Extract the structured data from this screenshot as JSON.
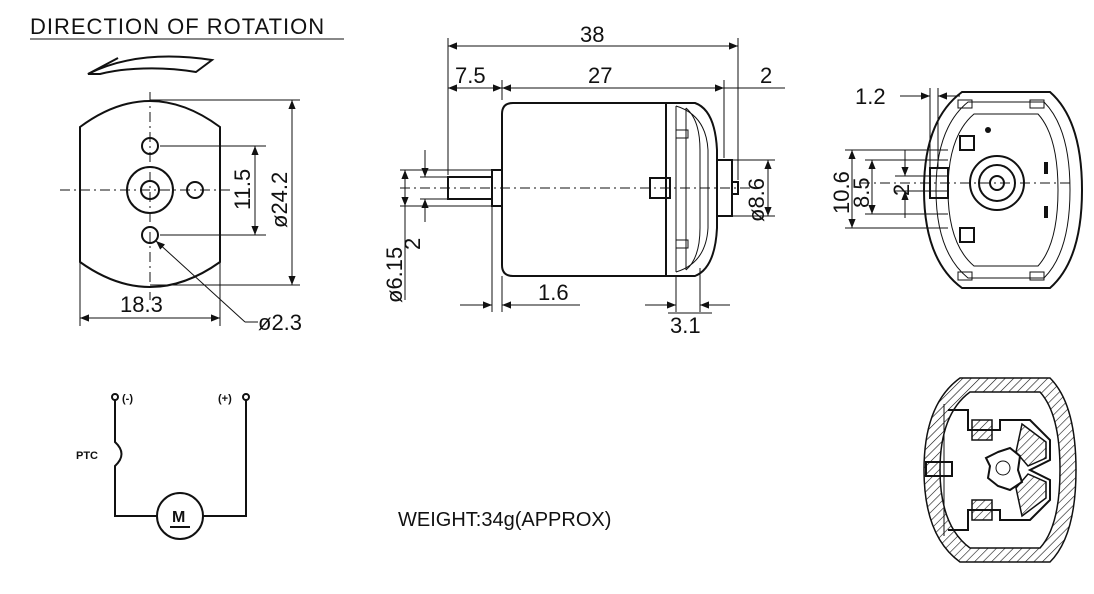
{
  "title": "DIRECTION OF ROTATION",
  "weight": "WEIGHT:34g(APPROX)",
  "front_view": {
    "width": "18.3",
    "height": "ø24.2",
    "hole_spacing": "11.5",
    "hole_dia": "ø2.3"
  },
  "side_view": {
    "overall": "38",
    "shaft": "7.5",
    "body": "27",
    "tail": "2",
    "shaft_dia": "ø6.15",
    "shaft_small": "2",
    "bearing": "ø8.6",
    "boss": "1.6",
    "rear": "3.1"
  },
  "rear_view": {
    "offset": "1.2",
    "h1": "10.6",
    "h2": "8.5",
    "h3": "2"
  },
  "schematic": {
    "neg": "(-)",
    "pos": "(+)",
    "ptc": "PTC",
    "motor": "M"
  }
}
